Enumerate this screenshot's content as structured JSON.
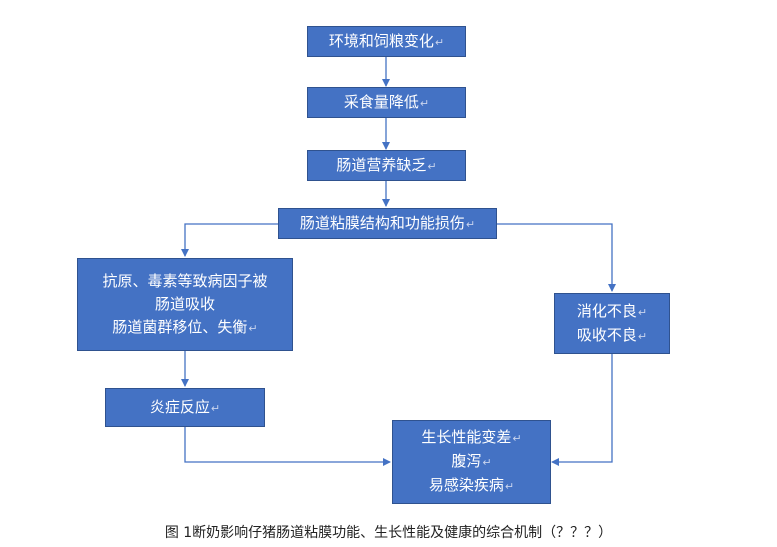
{
  "nodes": {
    "env_change": {
      "label": "环境和饲粮变化"
    },
    "intake_drop": {
      "label": "采食量降低"
    },
    "nutrition_lack": {
      "label": "肠道营养缺乏"
    },
    "mucosa_damage": {
      "label": "肠道粘膜结构和功能损伤"
    },
    "pathogen": {
      "lines": [
        "抗原、毒素等致病因子被",
        "肠道吸收",
        "肠道菌群移位、失衡"
      ]
    },
    "inflammation": {
      "label": "炎症反应"
    },
    "digestion": {
      "lines": [
        "消化不良",
        "吸收不良"
      ]
    },
    "outcome": {
      "lines": [
        "生长性能变差",
        "腹泻",
        "易感染疾病"
      ]
    }
  },
  "return_mark": "↵",
  "caption": "图 1断奶影响仔猪肠道粘膜功能、生长性能及健康的综合机制（？？？）",
  "colors": {
    "node_fill": "#4472c4",
    "node_border": "#2f528f",
    "edge": "#4472c4"
  }
}
